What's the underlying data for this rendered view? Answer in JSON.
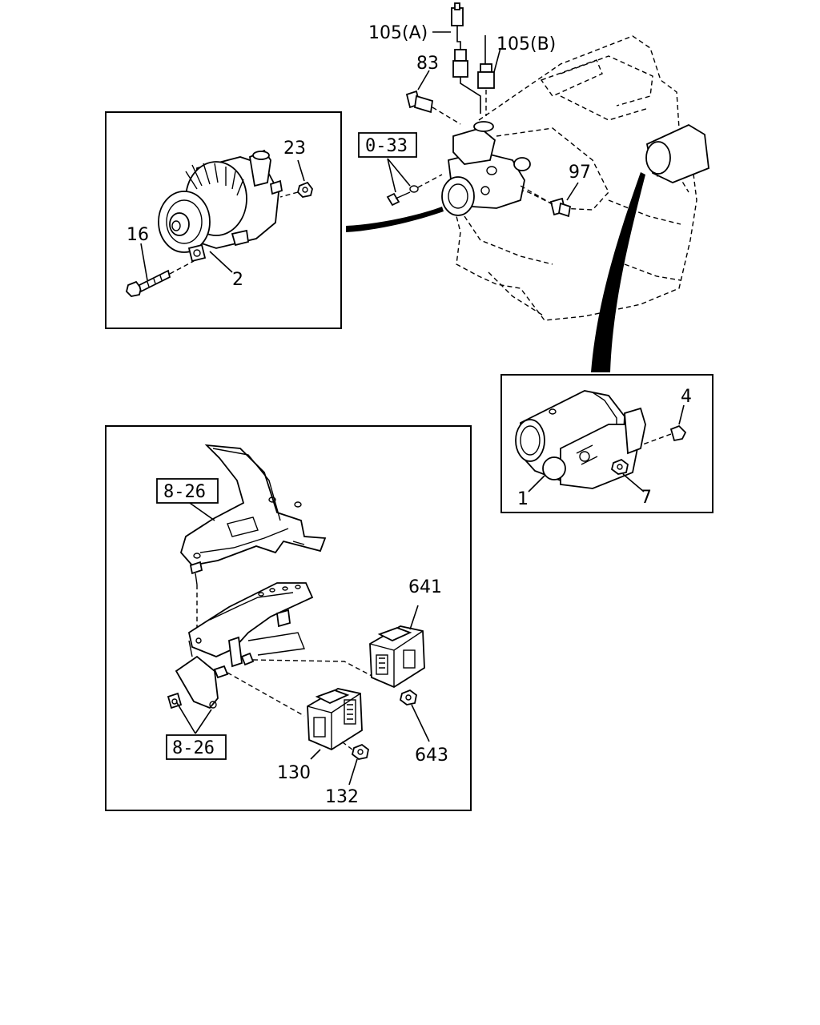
{
  "labels": {
    "p105a": "105(A)",
    "p105b": "105(B)",
    "p83": "83",
    "p97": "97",
    "p23": "23",
    "p16": "16",
    "p2": "2",
    "p4": "4",
    "p1": "1",
    "p7": "7",
    "p641": "641",
    "p643": "643",
    "p130": "130",
    "p132": "132"
  },
  "refs": {
    "r033": "0-33",
    "r826_top": "8-26",
    "r826_bottom": "8-26"
  }
}
